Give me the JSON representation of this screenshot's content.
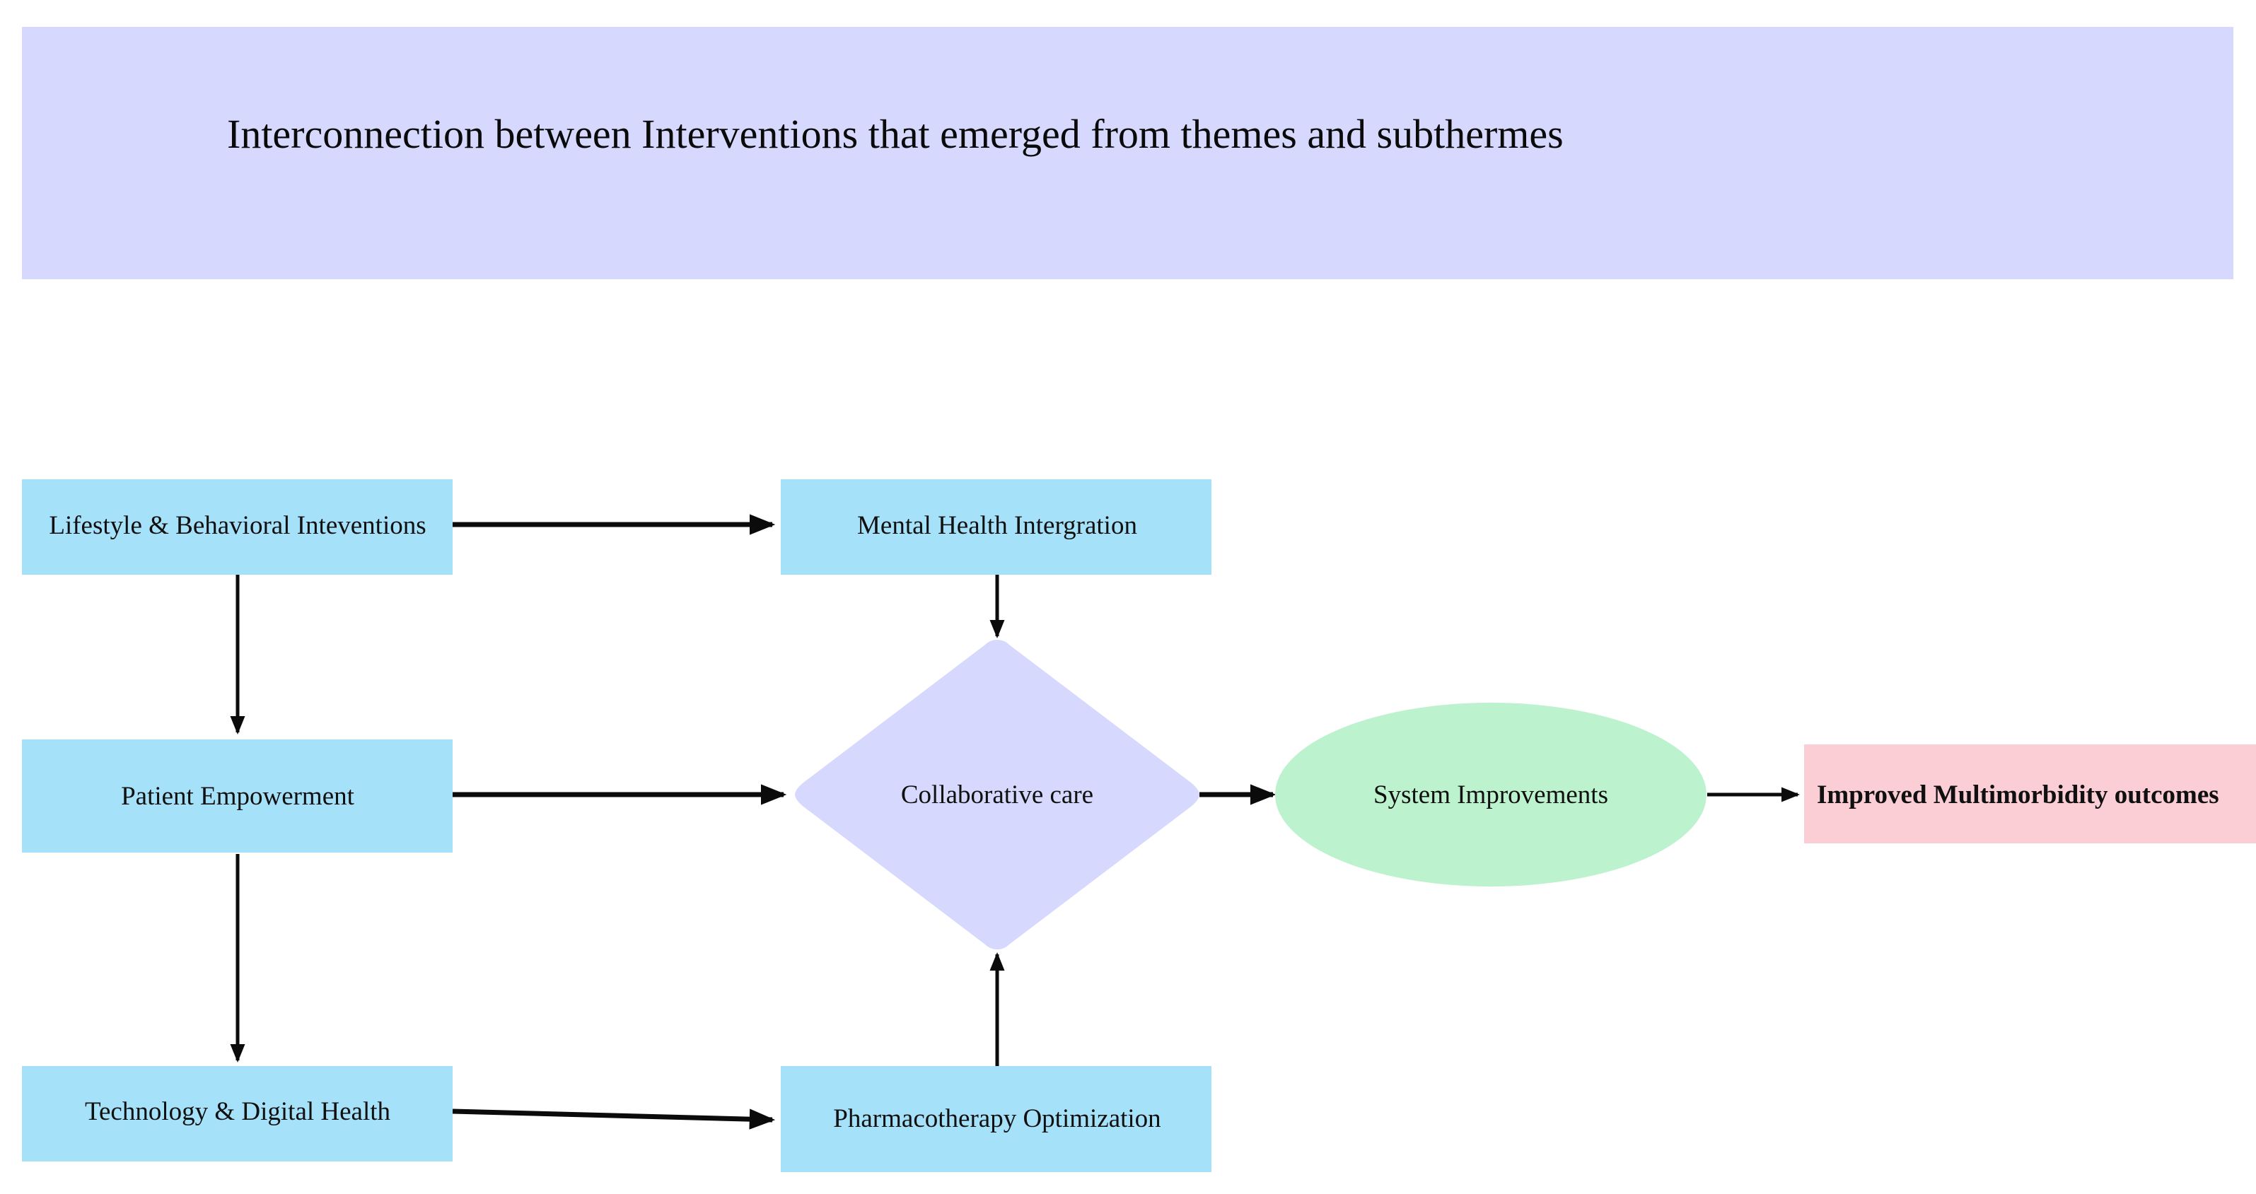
{
  "title": {
    "text": "Interconnection between Interventions that emerged from themes and subthermes",
    "banner_color": "#d6d9fd"
  },
  "colors": {
    "process_blue": "#a6e1fa",
    "decision_lavender": "#d6d9fd",
    "outcome_green": "#bdf2ce",
    "result_pink": "#fbcdd4",
    "edge_black": "#0b0b0b",
    "text_black": "#101010"
  },
  "diagram": {
    "type": "flowchart",
    "nodes": [
      {
        "id": "lifestyle",
        "label": "Lifestyle & Behavioral Inteventions",
        "shape": "rectangle",
        "color": "#a6e1fa",
        "bold": false
      },
      {
        "id": "mental",
        "label": "Mental Health Intergration",
        "shape": "rectangle",
        "color": "#a6e1fa",
        "bold": false
      },
      {
        "id": "patient",
        "label": "Patient Empowerment",
        "shape": "rectangle",
        "color": "#a6e1fa",
        "bold": false
      },
      {
        "id": "collab",
        "label": "Collaborative care",
        "shape": "diamond",
        "color": "#d6d9fd",
        "bold": false
      },
      {
        "id": "system",
        "label": "System Improvements",
        "shape": "ellipse",
        "color": "#bdf2ce",
        "bold": false
      },
      {
        "id": "outcomes",
        "label": "Improved Multimorbidity outcomes",
        "shape": "rectangle",
        "color": "#fbcdd4",
        "bold": true
      },
      {
        "id": "technology",
        "label": "Technology & Digital Health",
        "shape": "rectangle",
        "color": "#a6e1fa",
        "bold": false
      },
      {
        "id": "pharmaco",
        "label": "Pharmacotherapy Optimization",
        "shape": "rectangle",
        "color": "#a6e1fa",
        "bold": false
      }
    ],
    "edges": [
      {
        "from": "lifestyle",
        "to": "mental",
        "direction": "right"
      },
      {
        "from": "lifestyle",
        "to": "patient",
        "direction": "down"
      },
      {
        "from": "mental",
        "to": "collab",
        "direction": "down"
      },
      {
        "from": "patient",
        "to": "collab",
        "direction": "right"
      },
      {
        "from": "patient",
        "to": "technology",
        "direction": "down"
      },
      {
        "from": "technology",
        "to": "pharmaco",
        "direction": "right"
      },
      {
        "from": "pharmaco",
        "to": "collab",
        "direction": "up"
      },
      {
        "from": "collab",
        "to": "system",
        "direction": "right"
      },
      {
        "from": "system",
        "to": "outcomes",
        "direction": "right"
      }
    ]
  }
}
